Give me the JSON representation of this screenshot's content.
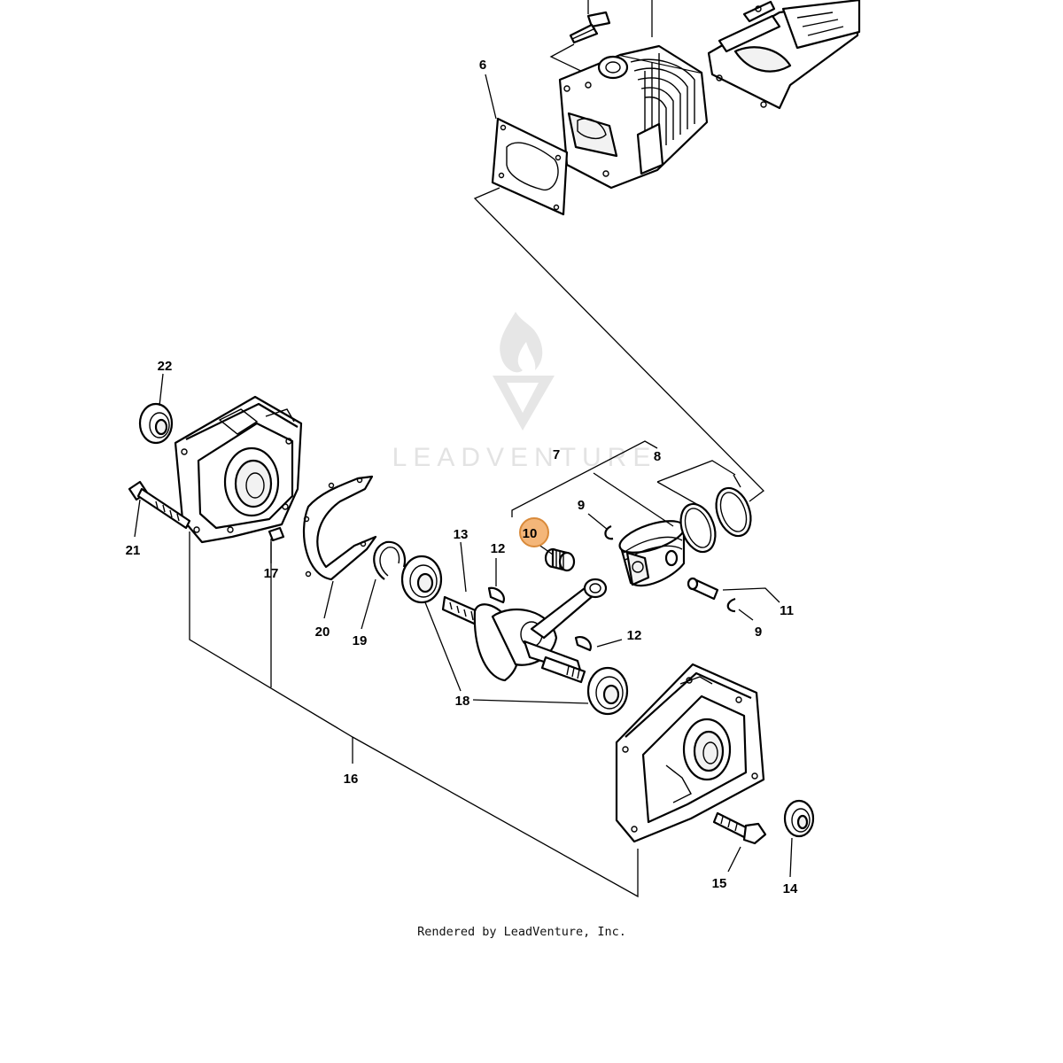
{
  "watermark": {
    "brand_text": "LEADVENTURE"
  },
  "footer": {
    "credit": "Rendered by LeadVenture, Inc."
  },
  "highlight": {
    "callout": "10",
    "color": "#f4b679"
  },
  "callouts": {
    "c6": "6",
    "c7": "7",
    "c8": "8",
    "c9a": "9",
    "c9b": "9",
    "c10": "10",
    "c11": "11",
    "c12a": "12",
    "c12b": "12",
    "c13": "13",
    "c14": "14",
    "c15": "15",
    "c16": "16",
    "c17": "17",
    "c18": "18",
    "c19": "19",
    "c20": "20",
    "c21": "21",
    "c22": "22"
  }
}
